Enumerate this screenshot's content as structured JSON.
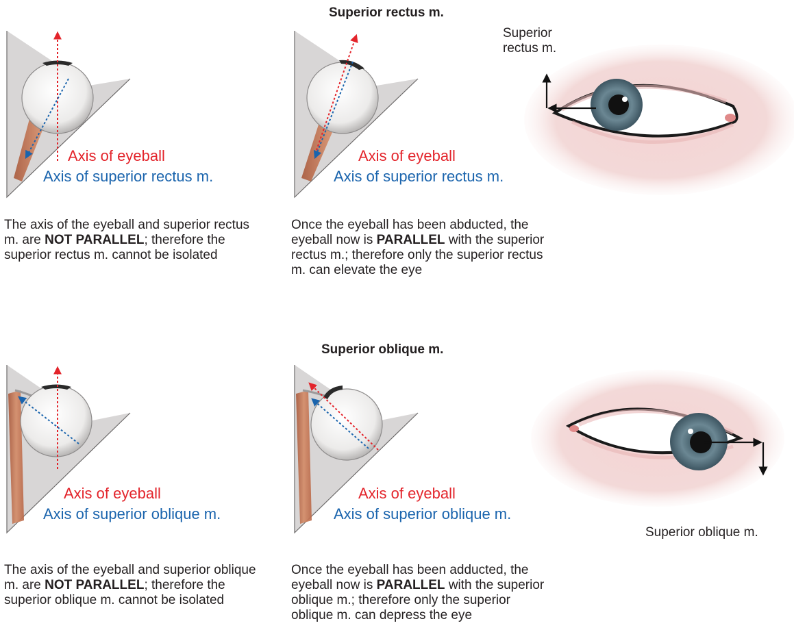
{
  "sections": [
    {
      "title": "Superior rectus m.",
      "panels": [
        {
          "axis_eyeball": "Axis of eyeball",
          "axis_muscle": "Axis of superior rectus m.",
          "desc_pre": "The axis of the eyeball and superior rectus m. are ",
          "desc_bold": "NOT PARALLEL",
          "desc_post": "; therefore the superior rectus m. cannot be isolated"
        },
        {
          "axis_eyeball": "Axis of eyeball",
          "axis_muscle": "Axis of superior rectus m.",
          "desc_pre": "Once the eyeball has been abducted, the eyeball now is ",
          "desc_bold": "PARALLEL",
          "desc_post": " with the superior rectus m.; therefore only the superior rectus m. can elevate the eye"
        }
      ],
      "eye_label": "Superior\nrectus m."
    },
    {
      "title": "Superior oblique m.",
      "panels": [
        {
          "axis_eyeball": "Axis of eyeball",
          "axis_muscle": "Axis of superior oblique m.",
          "desc_pre": "The axis of the eyeball and superior oblique m. are ",
          "desc_bold": "NOT PARALLEL",
          "desc_post": "; therefore the superior oblique m. cannot be isolated"
        },
        {
          "axis_eyeball": "Axis of eyeball",
          "axis_muscle": "Axis of superior oblique m.",
          "desc_pre": "Once the eyeball has been adducted, the eyeball now is ",
          "desc_bold": "PARALLEL",
          "desc_post": " with the superior oblique m.; therefore only the superior oblique m. can depress the eye"
        }
      ],
      "eye_label": "Superior oblique m."
    }
  ],
  "colors": {
    "eyeball_axis": "#e3242b",
    "muscle_axis": "#1a64ad",
    "muscle": "#c8754f",
    "orbit": "#d8d6d6",
    "iris": "#5f7b87",
    "eyelid_skin": "#f0cfcf"
  }
}
